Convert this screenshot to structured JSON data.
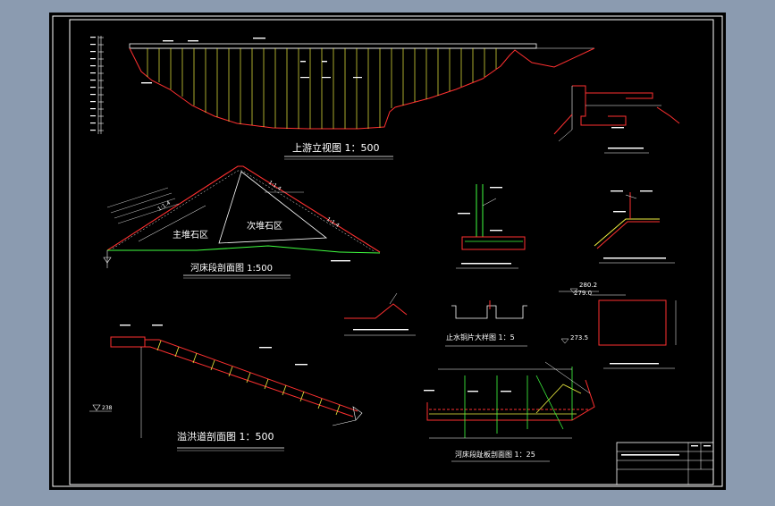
{
  "titles": {
    "upstream": "上游立视图  1：500",
    "riverbed": "河床段剖面图  1:500",
    "spillway": "溢洪道剖面图  1：500",
    "riverbed_trench": "河床段趾板剖面图  1：25",
    "waterstop": "止水铜片大样图  1：5"
  },
  "zones": {
    "main": "主堆石区",
    "secondary": "次堆石区"
  },
  "labels": {
    "slope_a": "1:1.4",
    "slope_b": "1:1.4",
    "slope_c": "1:1.4",
    "elev_1": "280.2",
    "elev_2": "279.0",
    "elev_3": "273.5",
    "elev_4": "238"
  }
}
